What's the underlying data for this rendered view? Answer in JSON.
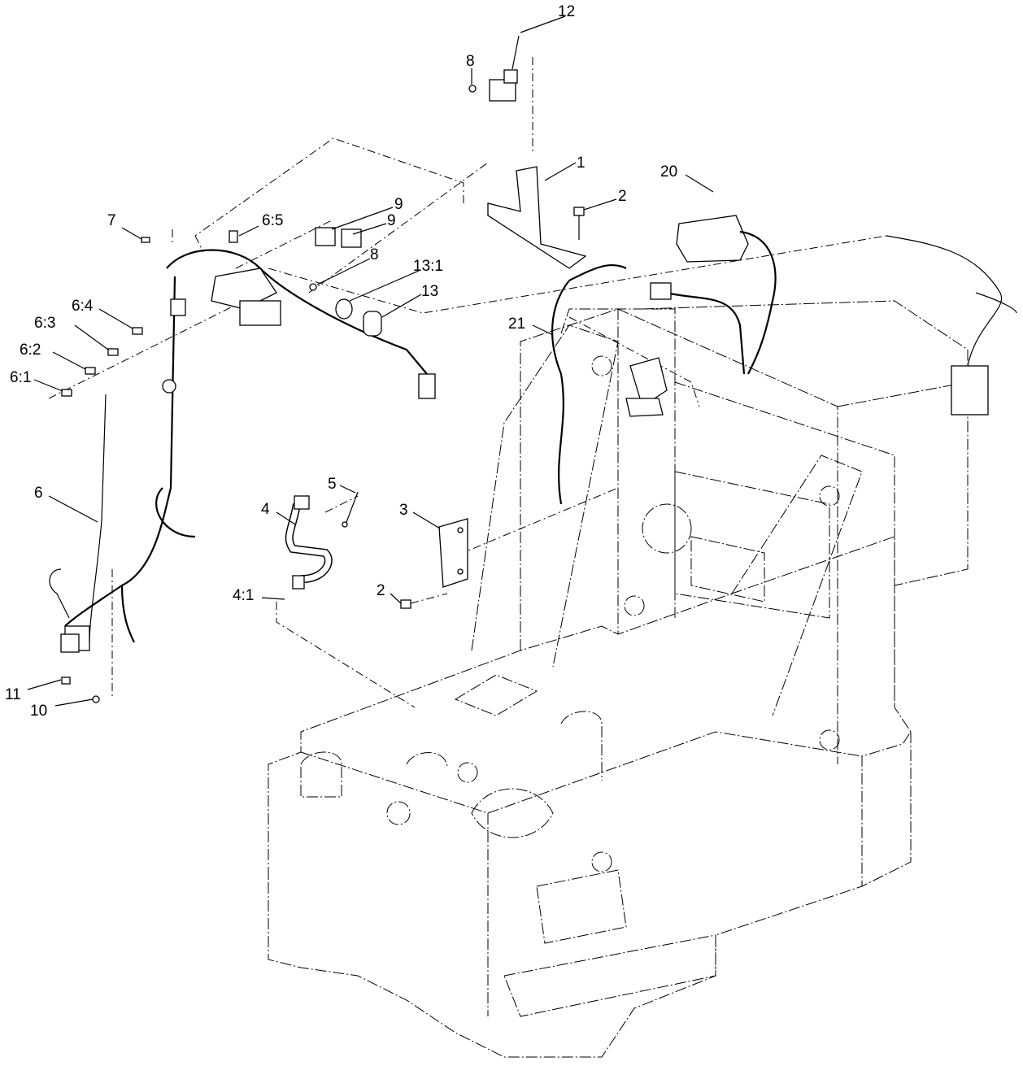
{
  "diagram": {
    "type": "exploded-parts-view",
    "callouts": [
      {
        "id": "c12",
        "label": "12"
      },
      {
        "id": "c8a",
        "label": "8"
      },
      {
        "id": "c1",
        "label": "1"
      },
      {
        "id": "c2a",
        "label": "2"
      },
      {
        "id": "c20",
        "label": "20"
      },
      {
        "id": "c7",
        "label": "7"
      },
      {
        "id": "c65",
        "label": "6:5"
      },
      {
        "id": "c9a",
        "label": "9"
      },
      {
        "id": "c9b",
        "label": "9"
      },
      {
        "id": "c8b",
        "label": "8"
      },
      {
        "id": "c131",
        "label": "13:1"
      },
      {
        "id": "c13",
        "label": "13"
      },
      {
        "id": "c21",
        "label": "21"
      },
      {
        "id": "c64",
        "label": "6:4"
      },
      {
        "id": "c63",
        "label": "6:3"
      },
      {
        "id": "c62",
        "label": "6:2"
      },
      {
        "id": "c61",
        "label": "6:1"
      },
      {
        "id": "c6",
        "label": "6"
      },
      {
        "id": "c5",
        "label": "5"
      },
      {
        "id": "c4",
        "label": "4"
      },
      {
        "id": "c3",
        "label": "3"
      },
      {
        "id": "c2b",
        "label": "2"
      },
      {
        "id": "c41",
        "label": "4:1"
      },
      {
        "id": "c11",
        "label": "11"
      },
      {
        "id": "c10",
        "label": "10"
      }
    ]
  }
}
